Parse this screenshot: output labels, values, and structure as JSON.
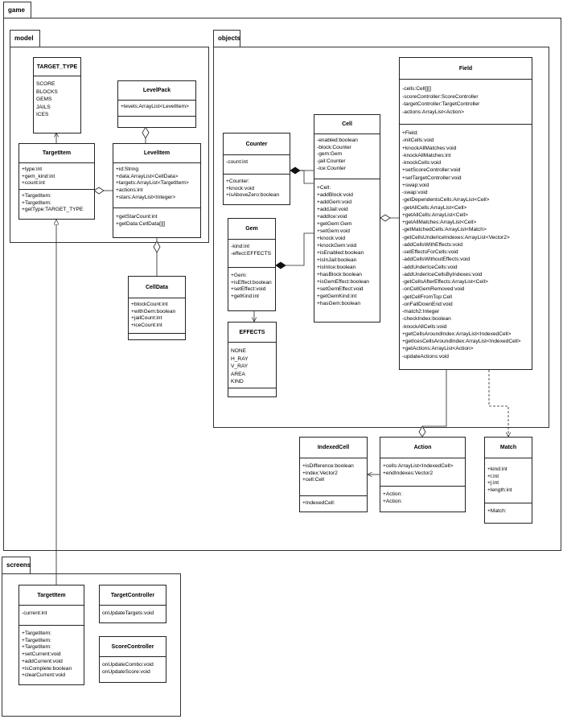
{
  "packages": {
    "game": "game",
    "model": "model",
    "objects": "objects",
    "screens": "screens"
  },
  "classes": {
    "target_type": {
      "name": "TARGET_TYPE",
      "values": [
        "SCORE",
        "BLOCKS",
        "GEMS",
        "JAILS",
        "ICES"
      ]
    },
    "level_pack": {
      "name": "LevelPack",
      "attributes": [
        "+levels:ArrayList<LevelItem>"
      ]
    },
    "target_item_model": {
      "name": "TargetItem",
      "attributes": [
        "+type:int",
        "+gem_kind:int",
        "+count:int"
      ],
      "methods": [
        "+TargetItem:",
        "+TargetItem:",
        "+getType:TARGET_TYPE"
      ]
    },
    "level_item": {
      "name": "LevelItem",
      "attributes": [
        "+id:String",
        "+data:ArrayList<CellData>",
        "+targets:ArrayList<TargetItem>",
        "+actions:int",
        "+stars:ArrayList<Integer>"
      ],
      "methods": [
        "+getStarCount:int",
        "+getData:CellData[][]"
      ]
    },
    "cell_data": {
      "name": "CellData",
      "attributes": [
        "+blockCount:int",
        "+withGem:boolean",
        "+jailCount:int",
        "+iceCount:int"
      ]
    },
    "counter": {
      "name": "Counter",
      "attributes": [
        "-count:int"
      ],
      "methods": [
        "+Counter:",
        "+knock:void",
        "+isAboveZero:boolean"
      ]
    },
    "cell": {
      "name": "Cell",
      "attributes": [
        "-enabled:boolean",
        "-block:Counter",
        "-gem:Gem",
        "-jail:Counter",
        "-ice:Counter"
      ],
      "methods": [
        "+Cell:",
        "+addBlock:void",
        "+addGem:void",
        "+addJail:void",
        "+addIce:void",
        "+getGem:Gem",
        "+setGem:void",
        "+knock:void",
        "+knockGem:void",
        "+isEnabled:boolean",
        "+isInJail:boolean",
        "+isInIce:boolean",
        "+hasBlock:boolean",
        "+isGemEffect:boolean",
        "+setGemEffect:void",
        "+getGemKind:int",
        "+hasGem:boolean"
      ]
    },
    "gem": {
      "name": "Gem",
      "attributes": [
        "-kind:int",
        "-effect:EFFECTS"
      ],
      "methods": [
        "+Gem:",
        "+isEffect:boolean",
        "+setEffect:void",
        "+getKind:int"
      ]
    },
    "effects": {
      "name": "EFFECTS",
      "values": [
        "NONE",
        "H_RAY",
        "V_RAY",
        "AREA",
        "KIND"
      ]
    },
    "field": {
      "name": "Field",
      "attributes": [
        "-cells:Cell[][]",
        "-scoreController:ScoreController",
        "-targetController:TargetController",
        "-actions:ArrayList<Action>"
      ],
      "methods": [
        "+Field:",
        "-initCells:void",
        "+knockAllMatches:void",
        "-knockAllMatches:int",
        "-knockCells:void",
        "+setScoreController:void",
        "+setTargetController:void",
        "+swap:void",
        "-swap:void",
        "-getDependentsCells:ArrayList<Cell>",
        "-getAllCells:ArrayList<Cell>",
        "+getAllCells:ArrayList<Cell>",
        "+getAllMatches:ArrayList<Cell>",
        "-getMatchedCells:ArrayList<Match>",
        "-getCellsUnderIceIndexes:ArrayList<Vector2>",
        "-addCellsWithEffects:void",
        "-setEffectsForCells:void",
        "-addCellsWithoutEffects:void",
        "-addUnderIceCells:void",
        "-addUnderIceCellsByIndexes:void",
        "-getCellsAfterEffects:ArrayList<Cell>",
        "-onCellGemRemoved:void",
        "-getCellFromTop:Cell",
        "-onFallDownEnd:void",
        "-match2:Integer",
        "-checkIndex:boolean",
        "-knockAllCells:void",
        "+getCellsAroundIndex:ArrayList<IndexedCell>",
        "+getIcesCellsAroundIndex:ArrayList<IndexedCell>",
        "+getActions:ArrayList<Action>",
        "-updateActions:void"
      ]
    },
    "indexed_cell": {
      "name": "IndexedCell",
      "attributes": [
        "+isDifference:boolean",
        "+index:Vector2",
        "+cell:Cell"
      ],
      "methods": [
        "+IndexedCell:"
      ]
    },
    "action": {
      "name": "Action",
      "attributes": [
        "+cells:ArrayList<IndexedCell>",
        "+endIndexes:Vector2"
      ],
      "methods": [
        "+Action:",
        "+Action:"
      ]
    },
    "match": {
      "name": "Match",
      "attributes": [
        "+kind:int",
        "+i:int",
        "+j:int",
        "+length:int"
      ],
      "methods": [
        "+Match:"
      ]
    },
    "target_item_screens": {
      "name": "TargetItem",
      "attributes": [
        "-current:int"
      ],
      "methods": [
        "+TargetItem:",
        "+TargetItem:",
        "+TargetItem:",
        "+setCurrent:void",
        "+addCurrent:void",
        "+isComplete:boolean",
        "+clearCurrent:void"
      ]
    },
    "target_controller": {
      "name": "TargetController",
      "methods": [
        "onUpdateTargets:void"
      ]
    },
    "score_controller": {
      "name": "ScoreController",
      "methods": [
        "onUpdateCombo:void",
        "onUpdateScore:void"
      ]
    }
  }
}
